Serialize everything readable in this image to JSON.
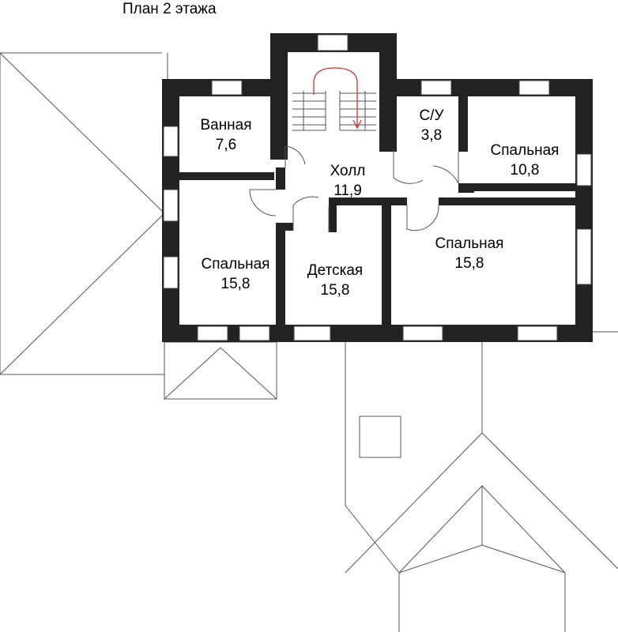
{
  "title": "План 2 этажа",
  "rooms": [
    {
      "name": "Ванная",
      "area": "7,6"
    },
    {
      "name": "Холл",
      "area": "11,9"
    },
    {
      "name": "С/У",
      "area": "3,8"
    },
    {
      "name": "Спальная",
      "area": "10,8"
    },
    {
      "name": "Спальная",
      "area": "15,8"
    },
    {
      "name": "Детская",
      "area": "15,8"
    },
    {
      "name": "Спальная",
      "area": "15,8"
    }
  ],
  "colors": {
    "wall": "#222222",
    "stair_arrow": "#cc3333",
    "roof_lines": "#555555"
  }
}
